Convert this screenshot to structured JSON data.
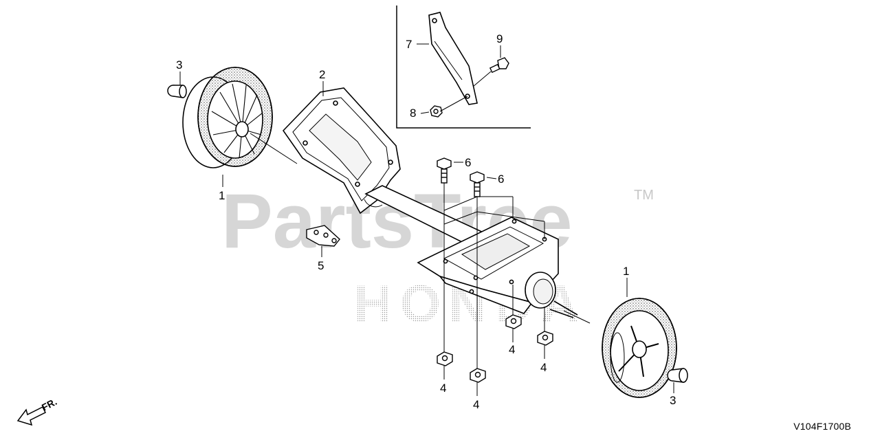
{
  "watermark": {
    "text": "PartsTree",
    "tm": "TM",
    "brand": "HONDA"
  },
  "callouts": {
    "wheel_left": "1",
    "wheel_right": "1",
    "frame": "2",
    "cap_left": "3",
    "cap_right": "3",
    "nut_a": "4",
    "nut_b": "4",
    "nut_c": "4",
    "nut_d": "4",
    "clip": "5",
    "bolt_a": "6",
    "bolt_b": "6",
    "bracket": "7",
    "bracket_nut": "8",
    "bracket_bolt": "9"
  },
  "direction": "FR.",
  "diagram_code": "V104F1700B"
}
